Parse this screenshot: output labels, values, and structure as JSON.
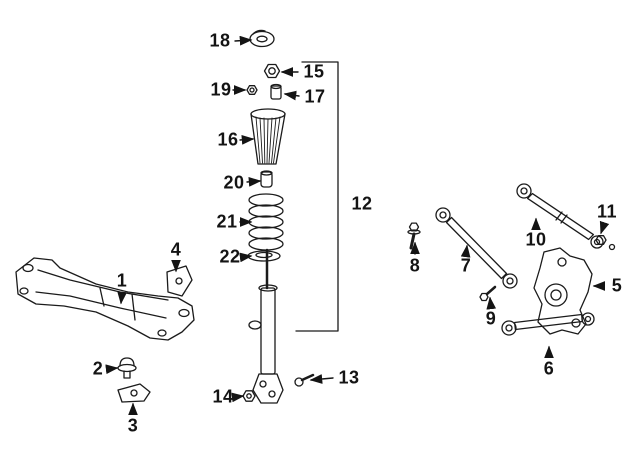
{
  "figure": {
    "type": "exploded-parts-diagram",
    "subject": "rear-suspension-assembly",
    "background_color": "#ffffff",
    "line_color": "#1b1b1b",
    "callouts": [
      {
        "label": "18"
      },
      {
        "label": "15"
      },
      {
        "label": "19"
      },
      {
        "label": "17"
      },
      {
        "label": "16"
      },
      {
        "label": "20"
      },
      {
        "label": "21"
      },
      {
        "label": "22"
      },
      {
        "label": "12"
      },
      {
        "label": "14"
      },
      {
        "label": "13"
      },
      {
        "label": "1"
      },
      {
        "label": "4"
      },
      {
        "label": "2"
      },
      {
        "label": "3"
      },
      {
        "label": "8"
      },
      {
        "label": "7"
      },
      {
        "label": "9"
      },
      {
        "label": "10"
      },
      {
        "label": "11"
      },
      {
        "label": "5"
      },
      {
        "label": "6"
      }
    ]
  }
}
